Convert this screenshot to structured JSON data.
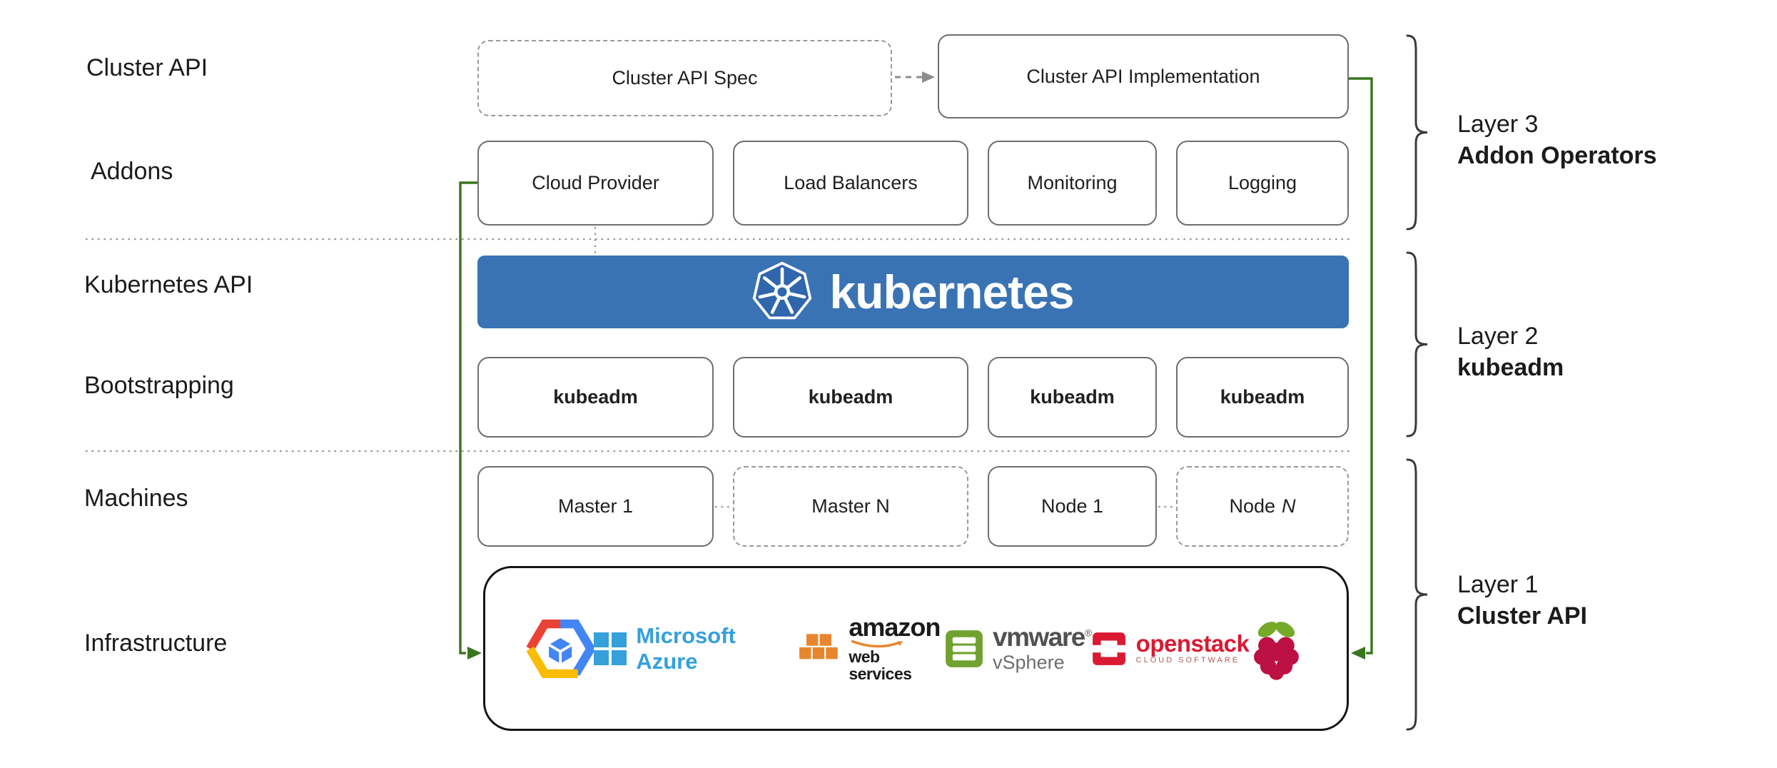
{
  "rows": {
    "labels": [
      "Cluster API",
      "Addons",
      "Kubernetes API",
      "Bootstrapping",
      "Machines",
      "Infrastructure"
    ]
  },
  "cluster_api": {
    "spec_label": "Cluster API Spec",
    "impl_label": "Cluster API Implementation"
  },
  "addons": {
    "items": [
      "Cloud Provider",
      "Load Balancers",
      "Monitoring",
      "Logging"
    ]
  },
  "kubernetes": {
    "label": "kubernetes"
  },
  "bootstrapping": {
    "items": [
      "kubeadm",
      "kubeadm",
      "kubeadm",
      "kubeadm"
    ]
  },
  "machines": {
    "items": [
      {
        "label": "Master 1"
      },
      {
        "label": "Master N"
      },
      {
        "label": "Node 1"
      },
      {
        "prefix": "Node",
        "n": "N"
      }
    ]
  },
  "infrastructure": {
    "azure": {
      "text": "Microsoft Azure"
    },
    "aws": {
      "line1": "amazon",
      "line2": "web services"
    },
    "vmware": {
      "line1": "vmware",
      "reg": "®",
      "line2": "vSphere"
    },
    "openstack": {
      "line1": "openstack",
      "line2": "CLOUD SOFTWARE"
    }
  },
  "layers": [
    {
      "line1": "Layer 3",
      "line2": "Addon Operators"
    },
    {
      "line1": "Layer 2",
      "line2": "kubeadm"
    },
    {
      "line1": "Layer 1",
      "line2": "Cluster API"
    }
  ],
  "colors": {
    "kubernetes_banner_blue": "#3973b4",
    "connector_green": "#38761d",
    "openstack_red": "#da1a32",
    "azure_blue": "#35a0da",
    "aws_orange": "#e8862d",
    "vmware_green": "#71a230",
    "raspberry_red": "#bc1142",
    "raspberry_green": "#75a928"
  }
}
